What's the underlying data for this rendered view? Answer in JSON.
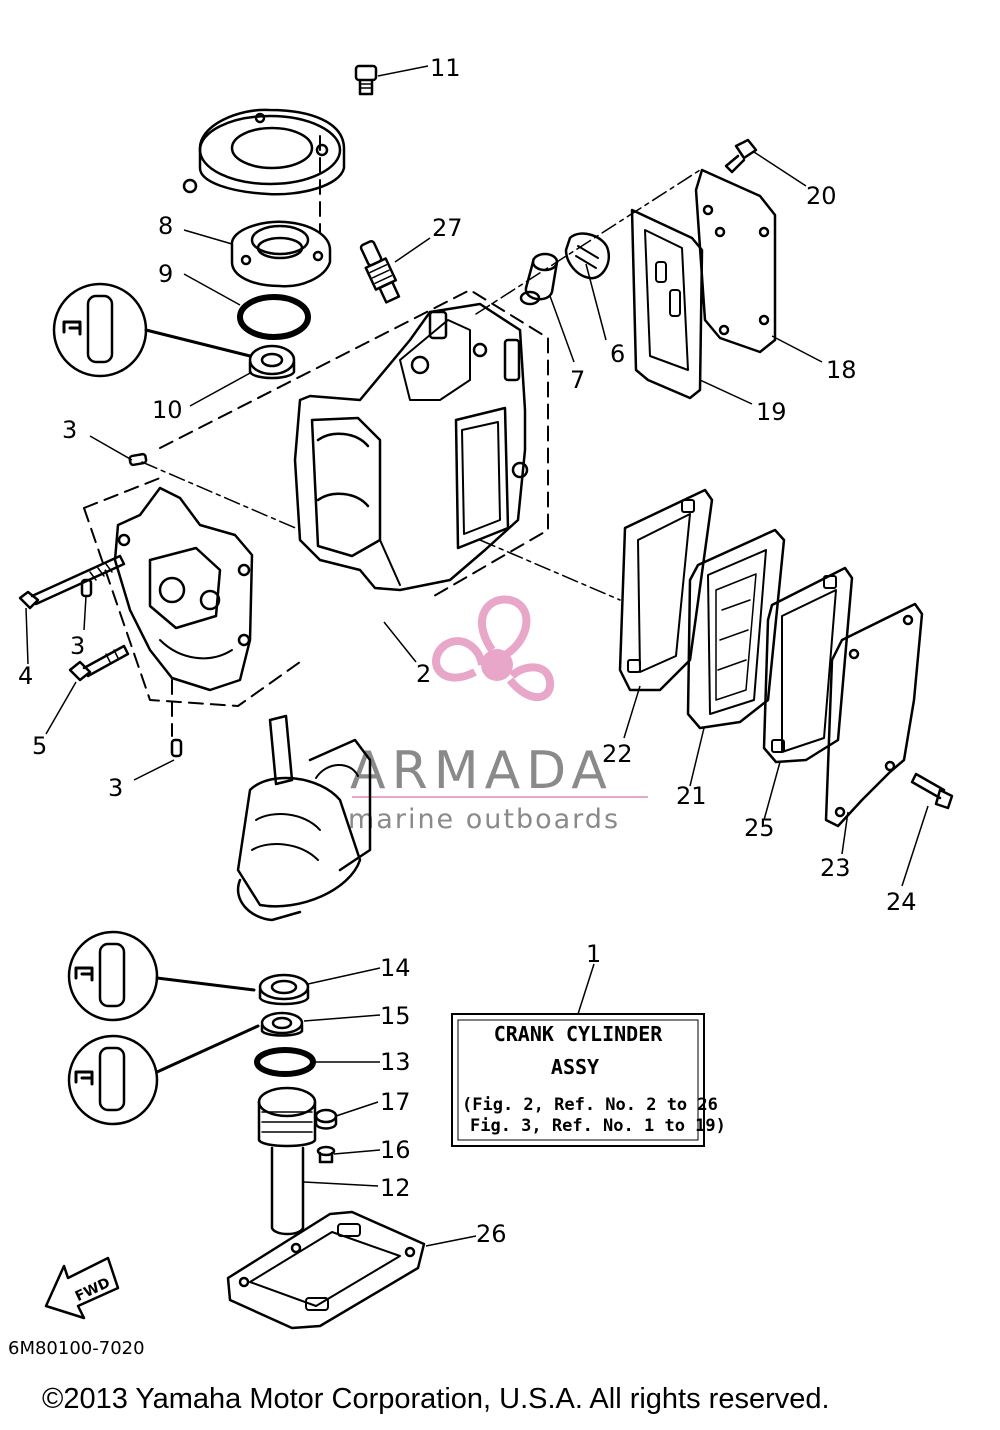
{
  "callouts": [
    "11",
    "20",
    "8",
    "27",
    "9",
    "6",
    "7",
    "18",
    "10",
    "19",
    "3",
    "3",
    "4",
    "5",
    "2",
    "3",
    "22",
    "21",
    "25",
    "23",
    "24",
    "14",
    "15",
    "13",
    "17",
    "16",
    "12",
    "26",
    "1"
  ],
  "legend": {
    "title_line1": "CRANK CYLINDER",
    "title_line2": "ASSY",
    "note_line1": "(Fig. 2, Ref. No. 2 to 26",
    "note_line2": "Fig. 3, Ref. No. 1 to 19)"
  },
  "watermark": {
    "brand": "ARMADA",
    "tagline": "marine outboards",
    "colors": {
      "logo": "#e8a6c8",
      "text": "#8a8a8a"
    }
  },
  "fwd_label": "FWD",
  "diagram_code": "6M80100-7020",
  "copyright": "©2013 Yamaha Motor Corporation, U.S.A. All rights reserved."
}
